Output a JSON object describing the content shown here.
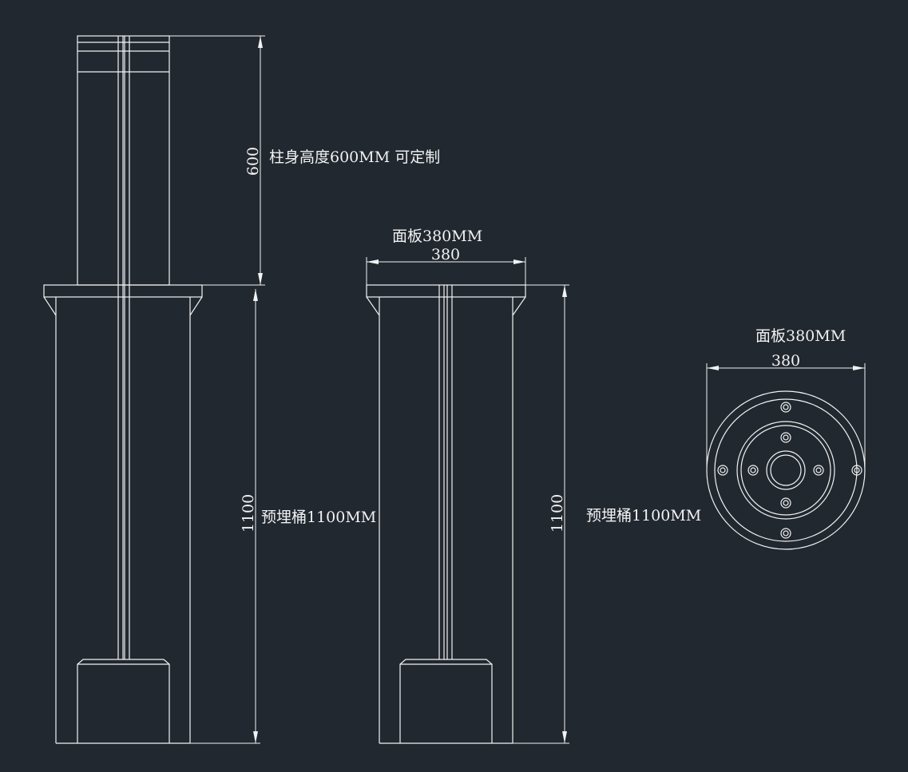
{
  "colors": {
    "background": "#212830",
    "line": "#f2f2f2"
  },
  "labels": {
    "column_height_note": "柱身高度600MM 可定制",
    "panel_note_side": "面板380MM",
    "panel_note_top": "面板380MM",
    "bucket_note_front": "预埋桶1100MM",
    "bucket_note_side": "预埋桶1100MM"
  },
  "dimensions": {
    "column_height": "600",
    "bucket_height_front": "1100",
    "panel_width_side": "380",
    "bucket_height_side": "1100",
    "panel_width_top": "380"
  }
}
